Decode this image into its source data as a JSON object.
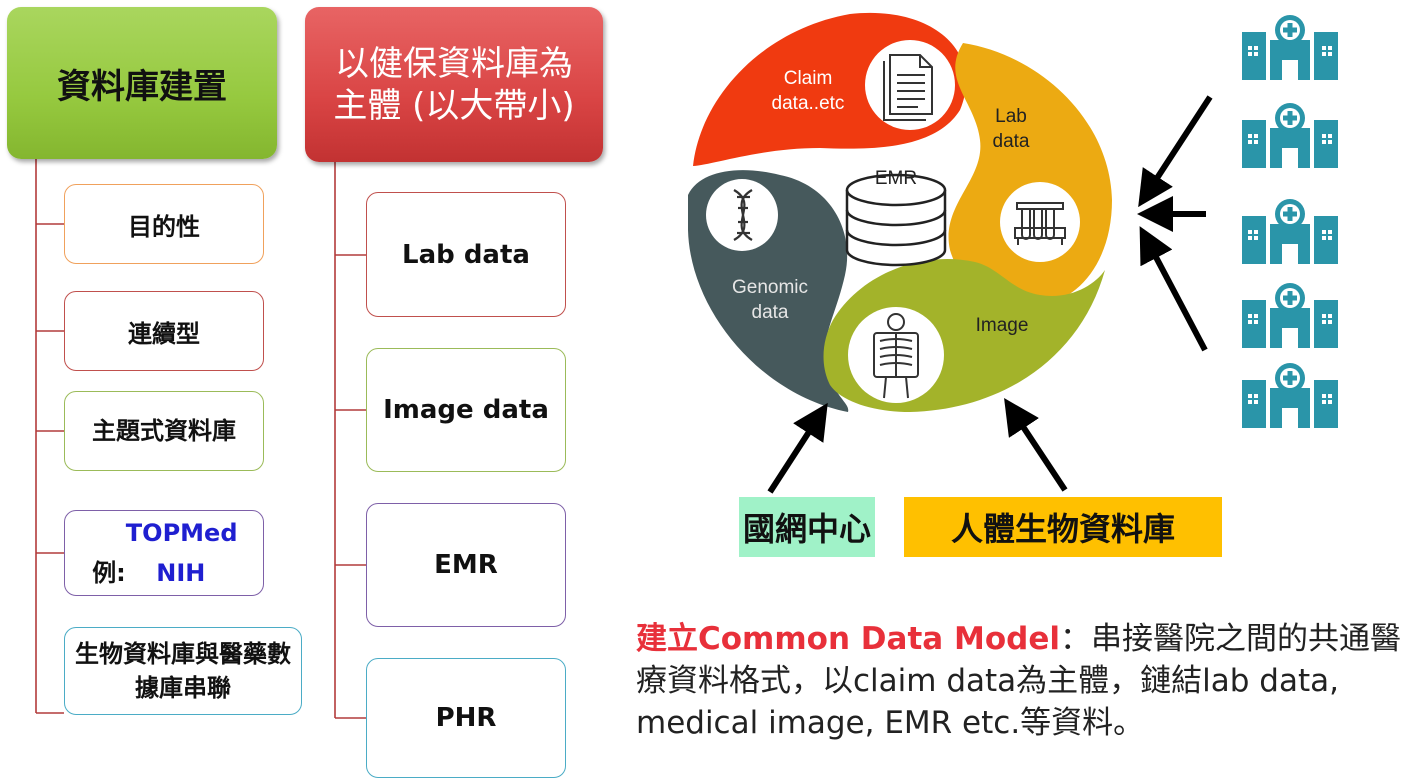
{
  "left_column": {
    "header": "資料庫建置",
    "items": [
      "目的性",
      "連續型",
      "主題式資料庫",
      "例:",
      "TOPMed NIH",
      "生物資料庫與醫藥數據庫串聯"
    ]
  },
  "middle_column": {
    "header_line1": "以健保資料庫為",
    "header_line2": "主體 (以大帶小)",
    "items": [
      "Lab data",
      "Image data",
      "EMR",
      "PHR"
    ]
  },
  "circle": {
    "claim": [
      "Claim",
      "data..etc"
    ],
    "lab": [
      "Lab",
      "data"
    ],
    "genomic": [
      "Genomic",
      "data"
    ],
    "image": "Image",
    "center": "EMR"
  },
  "sources": {
    "left": "國網中心",
    "right": "人體生物資料庫"
  },
  "note": {
    "highlight": "建立Common Data Model",
    "rest": "：串接醫院之間的共通醫療資料格式，以claim data為主體，鏈結lab data, medical image, EMR etc.等資料。"
  },
  "colors": {
    "green_header": "#96c93f",
    "red_header": "#d94444",
    "claim_red": "#f03a10",
    "lab_orange": "#ecaa12",
    "genomic_slate": "#46595c",
    "image_green": "#a3b32a",
    "hospital_teal": "#2a95a9",
    "tag_mint": "#a0f2c8",
    "tag_gold": "#ffc000"
  }
}
